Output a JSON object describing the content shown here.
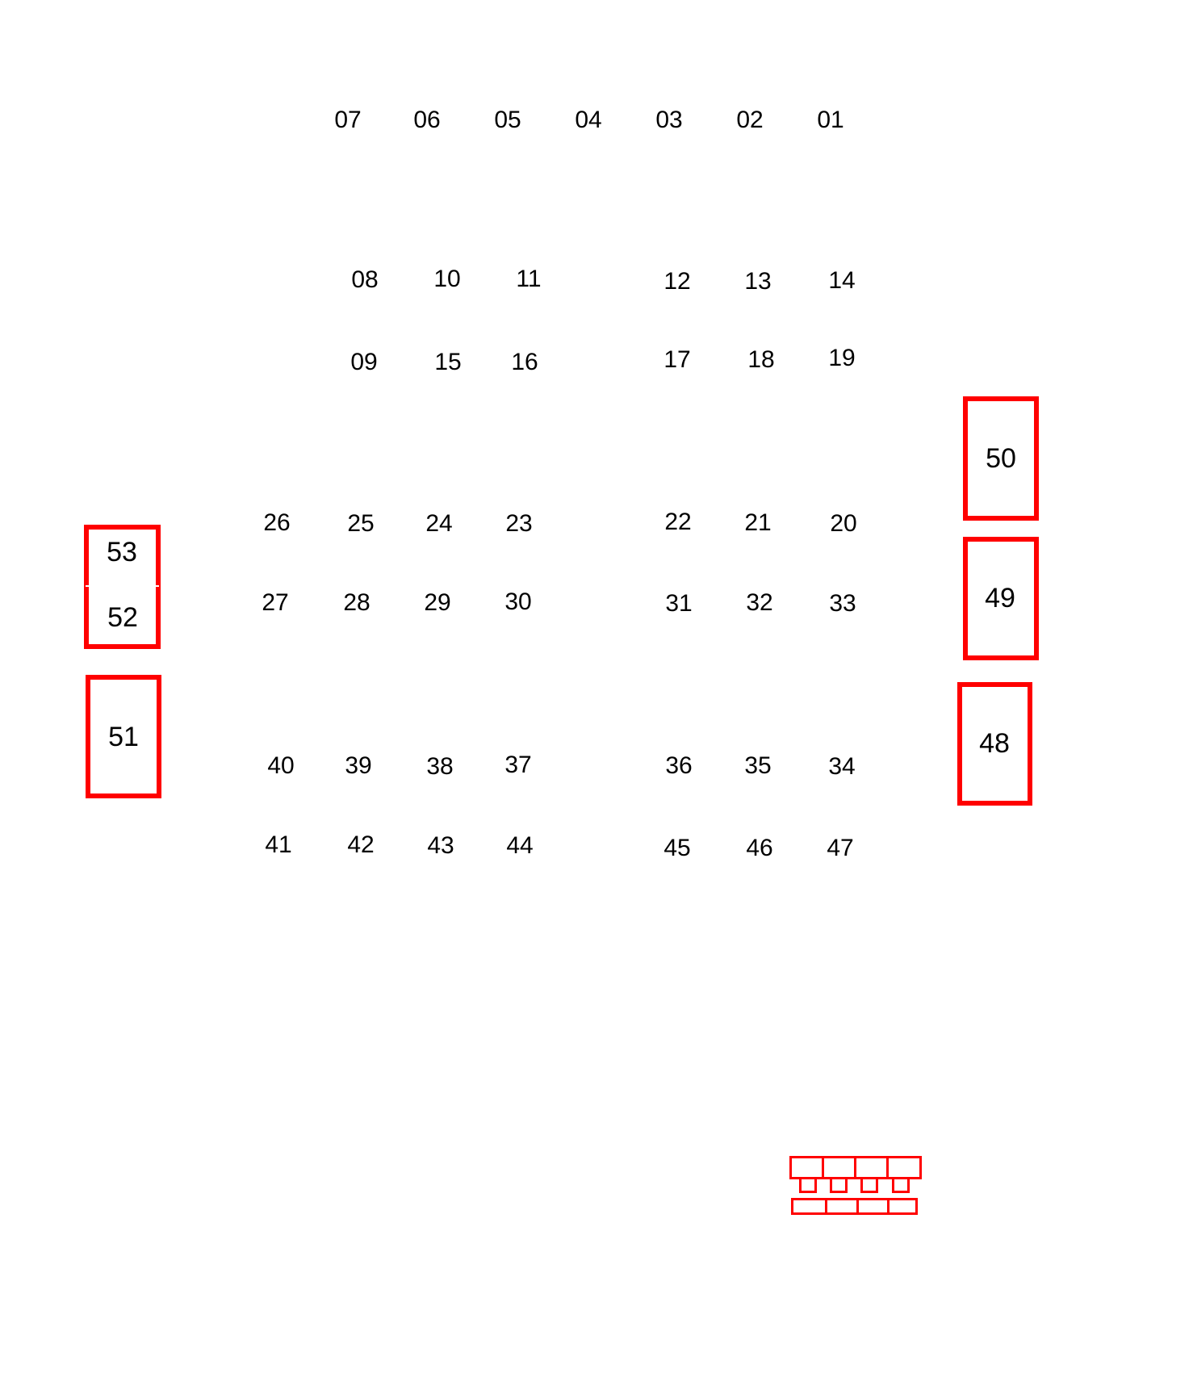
{
  "seats": {
    "s01": "01",
    "s02": "02",
    "s03": "03",
    "s04": "04",
    "s05": "05",
    "s06": "06",
    "s07": "07",
    "s08": "08",
    "s09": "09",
    "s10": "10",
    "s11": "11",
    "s12": "12",
    "s13": "13",
    "s14": "14",
    "s15": "15",
    "s16": "16",
    "s17": "17",
    "s18": "18",
    "s19": "19",
    "s20": "20",
    "s21": "21",
    "s22": "22",
    "s23": "23",
    "s24": "24",
    "s25": "25",
    "s26": "26",
    "s27": "27",
    "s28": "28",
    "s29": "29",
    "s30": "30",
    "s31": "31",
    "s32": "32",
    "s33": "33",
    "s34": "34",
    "s35": "35",
    "s36": "36",
    "s37": "37",
    "s38": "38",
    "s39": "39",
    "s40": "40",
    "s41": "41",
    "s42": "42",
    "s43": "43",
    "s44": "44",
    "s45": "45",
    "s46": "46",
    "s47": "47"
  },
  "boxes": {
    "b48": "48",
    "b49": "49",
    "b50": "50",
    "b51": "51",
    "b52": "52",
    "b53": "53"
  },
  "colors": {
    "highlight": "#ff0000",
    "text": "#000000",
    "background": "#ffffff"
  },
  "icons": {
    "bottom_right": "building-columns-icon"
  }
}
